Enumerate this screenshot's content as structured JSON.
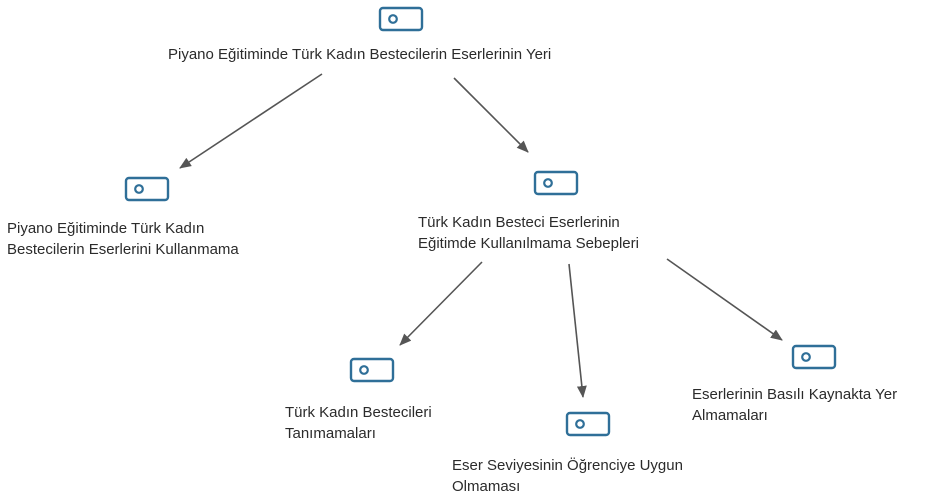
{
  "diagram": {
    "icon": "code-tag-icon",
    "colors": {
      "icon_stroke": "#2f6f98",
      "edge": "#555555",
      "text": "#2b2b2b"
    },
    "nodes": {
      "root": {
        "line1": "Piyano Eğitiminde Türk Kadın Bestecilerin Eserlerinin Yeri"
      },
      "not_using": {
        "line1": "Piyano Eğitiminde Türk Kadın",
        "line2": "Bestecilerin Eserlerini Kullanmama"
      },
      "reasons": {
        "line1": "Türk Kadın Besteci Eserlerinin",
        "line2": "Eğitimde Kullanılmama Sebepleri"
      },
      "not_known": {
        "line1": "Türk Kadın Bestecileri",
        "line2": "Tanımamaları"
      },
      "level": {
        "line1": "Eser Seviyesinin Öğrenciye Uygun",
        "line2": "Olmaması"
      },
      "not_printed": {
        "line1": "Eserlerinin Basılı Kaynakta Yer",
        "line2": "Almamaları"
      }
    }
  }
}
